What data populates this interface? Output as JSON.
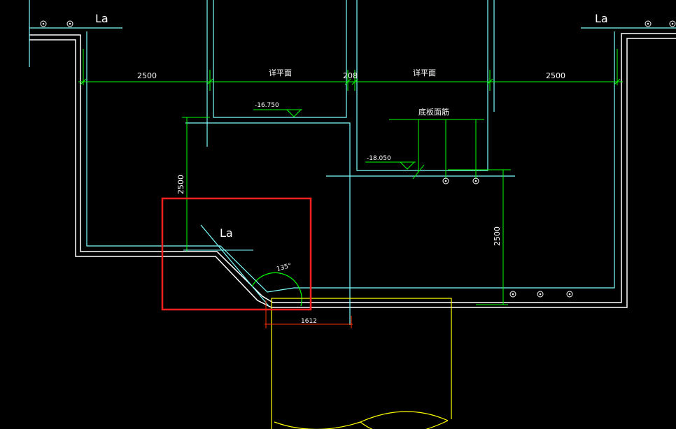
{
  "labels": {
    "la_top_left": "La",
    "la_top_right": "La",
    "la_detail": "La",
    "dim_2500_left": "2500",
    "detail_plan_left": "详平面",
    "dim_208": "208",
    "detail_plan_right": "详平面",
    "dim_2500_right": "2500",
    "level_1": "-16.750",
    "level_2": "-18.050",
    "bottom_rebar": "底板面筋",
    "dim_2500_vertical_left": "2500",
    "dim_2500_vertical_right": "2500",
    "angle": "135°",
    "dim_1612": "1612"
  },
  "colors": {
    "background": "#000000",
    "white_line": "#ffffff",
    "cyan_line": "#7fffff",
    "green_line": "#00ff00",
    "yellow_line": "#ffff00",
    "red_dim": "#ff3000",
    "highlight_box": "#ff2020"
  }
}
